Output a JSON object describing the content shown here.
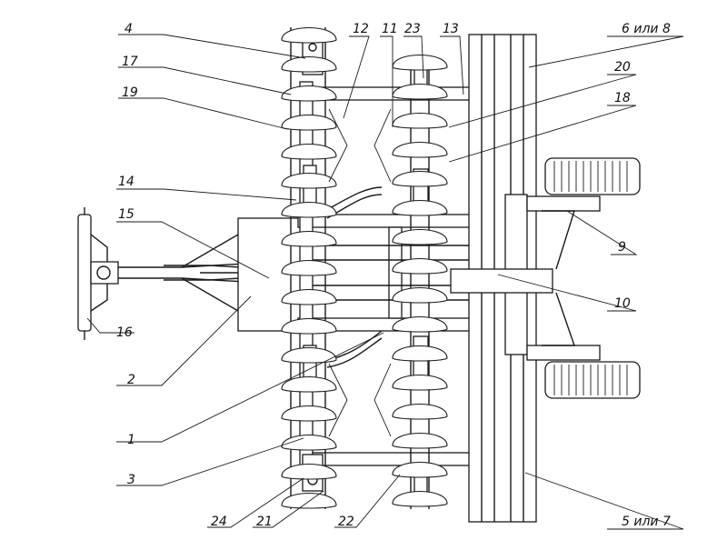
{
  "callouts": [
    {
      "id": "c4",
      "label": "4"
    },
    {
      "id": "c17",
      "label": "17"
    },
    {
      "id": "c19",
      "label": "19"
    },
    {
      "id": "c14",
      "label": "14"
    },
    {
      "id": "c15",
      "label": "15"
    },
    {
      "id": "c16",
      "label": "16"
    },
    {
      "id": "c2",
      "label": "2"
    },
    {
      "id": "c1",
      "label": "1"
    },
    {
      "id": "c3",
      "label": "3"
    },
    {
      "id": "c24",
      "label": "24"
    },
    {
      "id": "c21",
      "label": "21"
    },
    {
      "id": "c22",
      "label": "22"
    },
    {
      "id": "c12",
      "label": "12"
    },
    {
      "id": "c11",
      "label": "11"
    },
    {
      "id": "c23",
      "label": "23"
    },
    {
      "id": "c13",
      "label": "13"
    },
    {
      "id": "c6",
      "label": "6 или 8"
    },
    {
      "id": "c20",
      "label": "20"
    },
    {
      "id": "c18",
      "label": "18"
    },
    {
      "id": "c9",
      "label": "9"
    },
    {
      "id": "c10",
      "label": "10"
    },
    {
      "id": "c5",
      "label": "5 или 7"
    }
  ]
}
